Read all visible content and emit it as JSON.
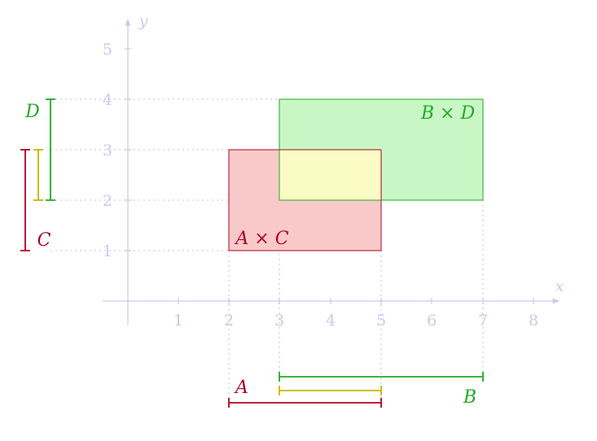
{
  "axes": {
    "x_label": "x",
    "y_label": "y",
    "x_ticks": [
      "1",
      "2",
      "3",
      "4",
      "5",
      "6",
      "7",
      "8"
    ],
    "y_ticks": [
      "1",
      "2",
      "3",
      "4",
      "5"
    ]
  },
  "labels": {
    "a_times_c": "A × C",
    "b_times_d": "B × D",
    "a": "A",
    "b": "B",
    "c": "C",
    "d": "D"
  },
  "colors": {
    "axis": "#c9c9ef",
    "red": "#b00020",
    "red_fill": "#f9c9c9",
    "green": "#22aa22",
    "green_fill": "#c8f7c5",
    "yellow": "#c8b400",
    "yellow_fill": "#fbfbc5"
  },
  "sets": {
    "A": [
      2,
      5
    ],
    "B": [
      3,
      7
    ],
    "C": [
      1,
      3
    ],
    "D": [
      2,
      4
    ]
  }
}
